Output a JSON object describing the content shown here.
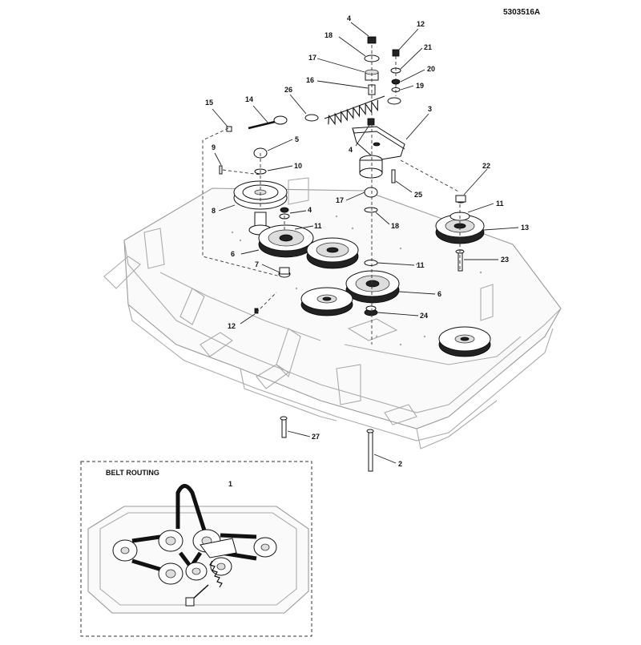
{
  "drawing_number": "5303516A",
  "belt_routing_title": "BELT ROUTING",
  "callouts": [
    {
      "id": "c4a",
      "text": "4"
    },
    {
      "id": "c18a",
      "text": "18"
    },
    {
      "id": "c17a",
      "text": "17"
    },
    {
      "id": "c16",
      "text": "16"
    },
    {
      "id": "c12a",
      "text": "12"
    },
    {
      "id": "c21",
      "text": "21"
    },
    {
      "id": "c20",
      "text": "20"
    },
    {
      "id": "c19",
      "text": "19"
    },
    {
      "id": "c26",
      "text": "26"
    },
    {
      "id": "c14",
      "text": "14"
    },
    {
      "id": "c15",
      "text": "15"
    },
    {
      "id": "c3",
      "text": "3"
    },
    {
      "id": "c4b",
      "text": "4"
    },
    {
      "id": "c5",
      "text": "5"
    },
    {
      "id": "c9",
      "text": "9"
    },
    {
      "id": "c10",
      "text": "10"
    },
    {
      "id": "c25",
      "text": "25"
    },
    {
      "id": "c22",
      "text": "22"
    },
    {
      "id": "c11a",
      "text": "11"
    },
    {
      "id": "c17b",
      "text": "17"
    },
    {
      "id": "c18b",
      "text": "18"
    },
    {
      "id": "c13",
      "text": "13"
    },
    {
      "id": "c8",
      "text": "8"
    },
    {
      "id": "c4c",
      "text": "4"
    },
    {
      "id": "c11b",
      "text": "11"
    },
    {
      "id": "c6a",
      "text": "6"
    },
    {
      "id": "c7",
      "text": "7"
    },
    {
      "id": "c11c",
      "text": "11"
    },
    {
      "id": "c23",
      "text": "23"
    },
    {
      "id": "c6b",
      "text": "6"
    },
    {
      "id": "c12b",
      "text": "12"
    },
    {
      "id": "c24",
      "text": "24"
    },
    {
      "id": "c27",
      "text": "27"
    },
    {
      "id": "c2",
      "text": "2"
    },
    {
      "id": "c1",
      "text": "1"
    }
  ]
}
